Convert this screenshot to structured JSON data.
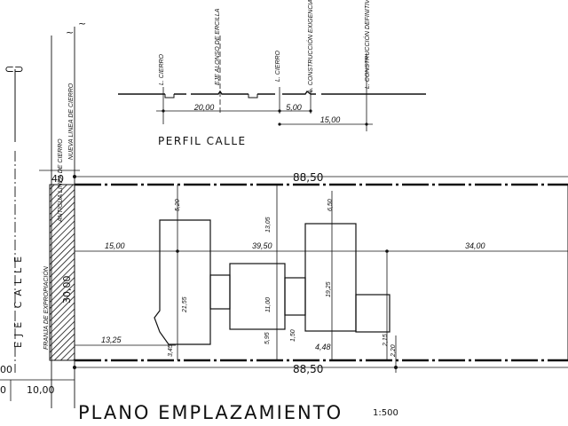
{
  "profile": {
    "title": "PERFIL CALLE",
    "labels": {
      "cierro1": "L. CIERRO",
      "eje": "EJE ALONSO DE ERCILLA",
      "cierro2": "L. CIERRO",
      "exigencia": "L. CONSTRUCCIÓN EXIGENCIA MUNICI.",
      "definitiva": "L. CONSTRUCCIÓN DEFINITIVA"
    },
    "dims": {
      "d20": "20,00",
      "d5": "5,00",
      "d15": "15,00"
    }
  },
  "left": {
    "nueva": "NUEVA LINEA DE CIERRO",
    "antigua": "ANTIGUA LINEA DE CIERRO",
    "franja": "FRANJA DE EXPROPIACIÓN",
    "eje_calle": "EJE CALLE",
    "left_mark": "40",
    "width_30": "30,00"
  },
  "plan": {
    "top_length": "88,50",
    "bottom_length": "88,50",
    "d1500": "15,00",
    "d3950": "39,50",
    "d3400": "34,00",
    "d520": "5,20",
    "d2155": "21,55",
    "d1305": "13,05",
    "d1100": "11,00",
    "d595": "5,95",
    "d150": "1,50",
    "d650": "6,50",
    "d1925": "19,25",
    "d448": "4,48",
    "d1325": "13,25",
    "d345": "3,45",
    "d215": "2,15",
    "d220": "2,20"
  },
  "bottom": {
    "left0": "0",
    "d1000": "10,00",
    "left00": "00",
    "title": "PLANO EMPLAZAMIENTO",
    "scale": "1:500"
  }
}
